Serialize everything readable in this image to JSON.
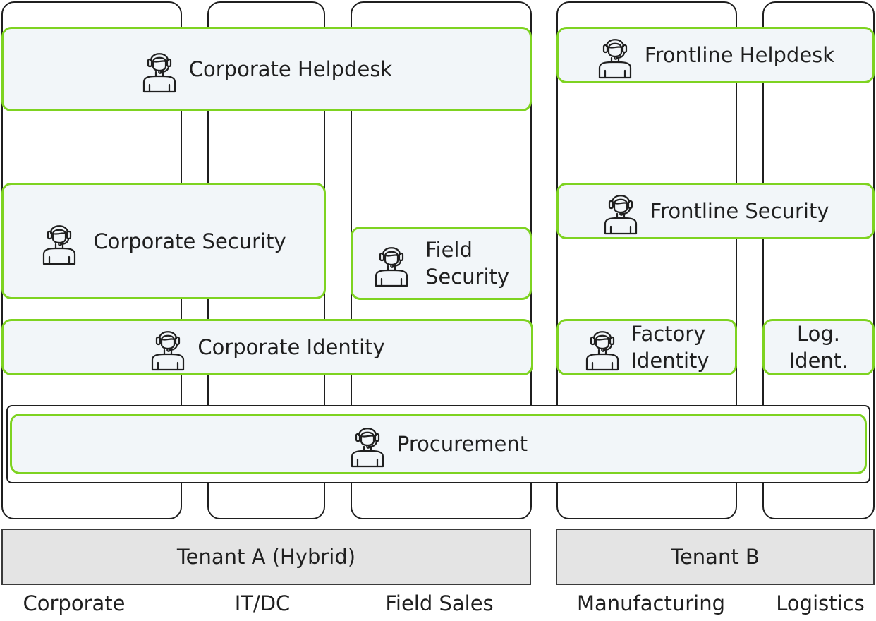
{
  "boxes": {
    "corporate_helpdesk": "Corporate Helpdesk",
    "frontline_helpdesk": "Frontline Helpdesk",
    "corporate_security": "Corporate Security",
    "frontline_security": "Frontline Security",
    "field_security_line1": "Field",
    "field_security_line2": "Security",
    "corporate_identity": "Corporate Identity",
    "factory_identity_line1": "Factory",
    "factory_identity_line2": "Identity",
    "log_ident_line1": "Log.",
    "log_ident_line2": "Ident.",
    "procurement": "Procurement"
  },
  "tenants": {
    "a": "Tenant A (Hybrid)",
    "b": "Tenant B"
  },
  "columns": {
    "corporate": "Corporate",
    "itdc": "IT/DC",
    "field_sales": "Field Sales",
    "manufacturing": "Manufacturing",
    "logistics": "Logistics"
  },
  "colors": {
    "box_border": "#7ed321",
    "box_fill": "#f2f6f9",
    "tenant_fill": "#e4e4e4",
    "lane_border": "#1f1f1f"
  },
  "icon": "support-agent-headset-icon"
}
